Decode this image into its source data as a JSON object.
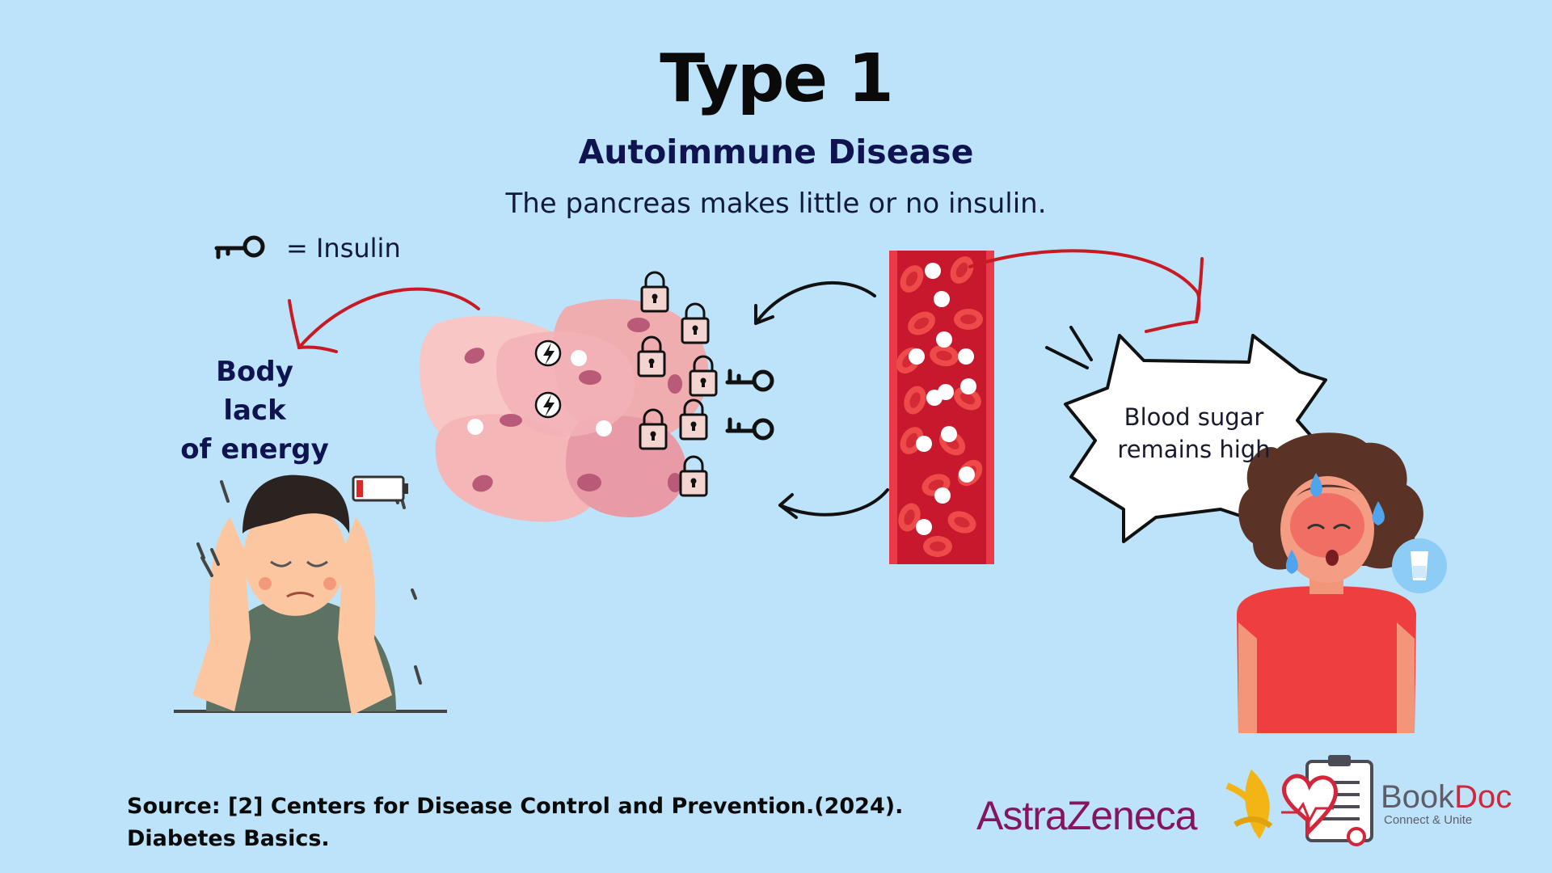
{
  "title": "Type 1",
  "subtitle": "Autoimmune Disease",
  "description": "The pancreas makes little or no insulin.",
  "legend": {
    "icon": "key-icon",
    "text": "= Insulin"
  },
  "energy_label": [
    "Body",
    "lack",
    "of energy"
  ],
  "bubble_text": [
    "Blood sugar",
    "remains high"
  ],
  "source": [
    "Source: [2]  Centers for Disease Control and Prevention.(2024).",
    "Diabetes Basics."
  ],
  "logos": {
    "astrazeneca": "AstraZeneca",
    "bookdoc_name_part1": "Book",
    "bookdoc_name_part2": "Doc",
    "bookdoc_tagline": "Connect & Unite"
  },
  "colors": {
    "background": "#bde3fb",
    "title": "#0a0a0a",
    "subtitle": "#0f1450",
    "arrow_red": "#c81a22",
    "blood_vessel": "#c81a2e",
    "astrazeneca": "#83165d",
    "bookdoc_red": "#d3263a"
  }
}
